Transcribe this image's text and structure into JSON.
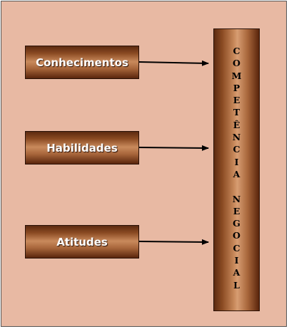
{
  "inputs": [
    {
      "label": "Conhecimentos"
    },
    {
      "label": "Habilidades"
    },
    {
      "label": "Atitudes"
    }
  ],
  "target": {
    "letters": [
      "C",
      "O",
      "M",
      "P",
      "E",
      "T",
      "Ê",
      "N",
      "C",
      "I",
      "A",
      "",
      "N",
      "E",
      "G",
      "O",
      "C",
      "I",
      "A",
      "L"
    ]
  },
  "colors": {
    "background": "#e8b9a3",
    "box_dark": "#5c2a10",
    "box_light": "#c98a5c",
    "arrow": "#000000"
  }
}
